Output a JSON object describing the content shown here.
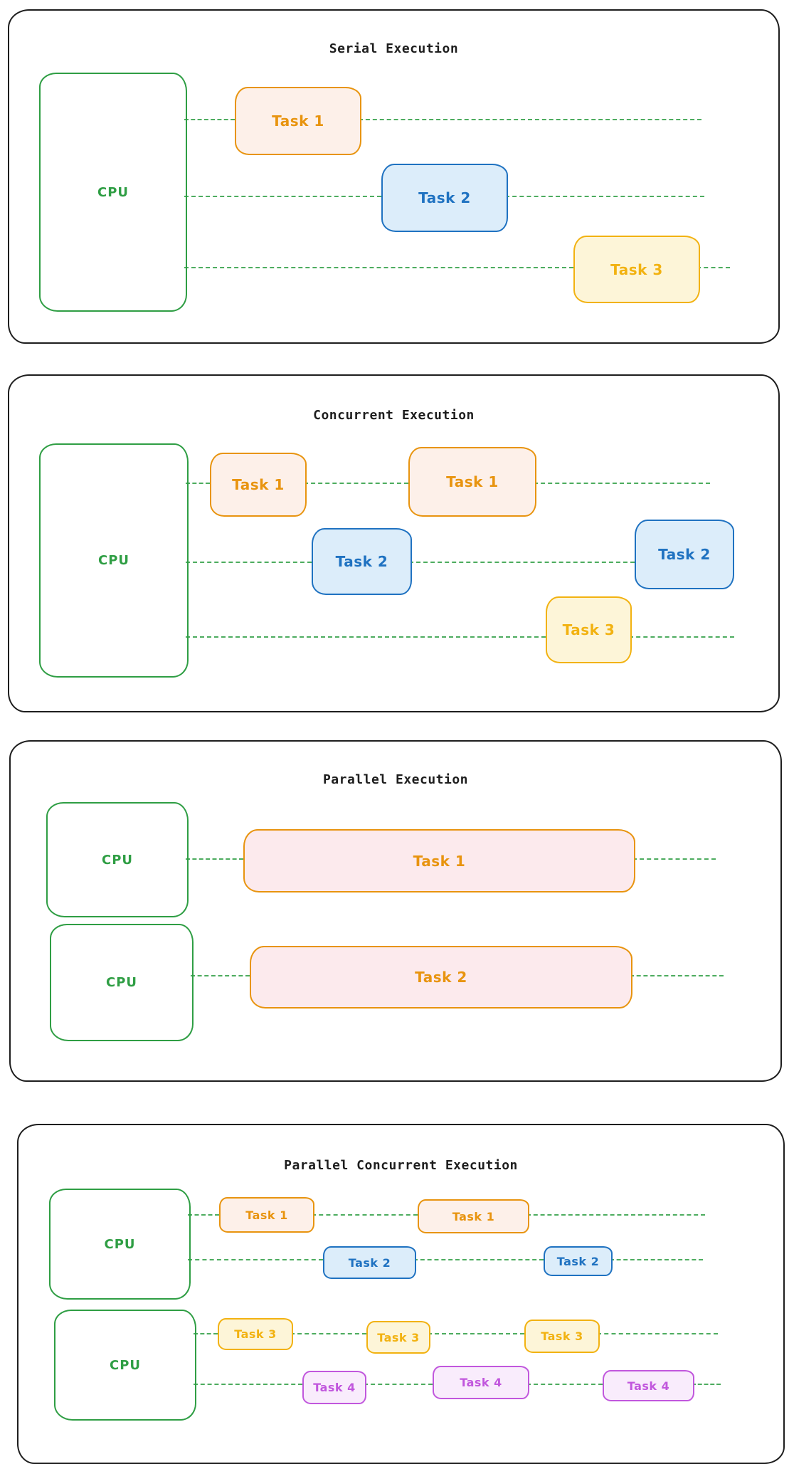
{
  "palette": {
    "ink": "#1e1e1e",
    "green": "#2f9e44",
    "line": "#2f9e44",
    "orange": "#e8940f",
    "orange-fill": "#fdf0e9",
    "blue": "#1f72c1",
    "blue-fill": "#dcedfa",
    "yellow": "#f2b211",
    "yellow-fill": "#fdf5d8",
    "purple": "#c157dd",
    "purple-fill": "#f9ecfc",
    "pink-fill": "#fceaed"
  },
  "panels": [
    {
      "title": "Serial Execution",
      "cpu_labels": [
        "CPU"
      ],
      "tasks": [
        {
          "label": "Task 1",
          "color": "orange"
        },
        {
          "label": "Task 2",
          "color": "blue"
        },
        {
          "label": "Task 3",
          "color": "yellow"
        }
      ]
    },
    {
      "title": "Concurrent Execution",
      "cpu_labels": [
        "CPU"
      ],
      "tasks": [
        {
          "label": "Task 1",
          "color": "orange"
        },
        {
          "label": "Task 1",
          "color": "orange"
        },
        {
          "label": "Task 2",
          "color": "blue"
        },
        {
          "label": "Task 2",
          "color": "blue"
        },
        {
          "label": "Task 3",
          "color": "yellow"
        }
      ]
    },
    {
      "title": "Parallel Execution",
      "cpu_labels": [
        "CPU",
        "CPU"
      ],
      "tasks": [
        {
          "label": "Task 1",
          "color": "pink"
        },
        {
          "label": "Task 2",
          "color": "pink"
        }
      ]
    },
    {
      "title": "Parallel Concurrent Execution",
      "cpu_labels": [
        "CPU",
        "CPU"
      ],
      "tasks": [
        {
          "label": "Task 1",
          "color": "orange"
        },
        {
          "label": "Task 1",
          "color": "orange"
        },
        {
          "label": "Task 2",
          "color": "blue"
        },
        {
          "label": "Task 2",
          "color": "blue"
        },
        {
          "label": "Task 3",
          "color": "yellow"
        },
        {
          "label": "Task 3",
          "color": "yellow"
        },
        {
          "label": "Task 3",
          "color": "yellow"
        },
        {
          "label": "Task 4",
          "color": "purple"
        },
        {
          "label": "Task 4",
          "color": "purple"
        },
        {
          "label": "Task 4",
          "color": "purple"
        }
      ]
    }
  ]
}
